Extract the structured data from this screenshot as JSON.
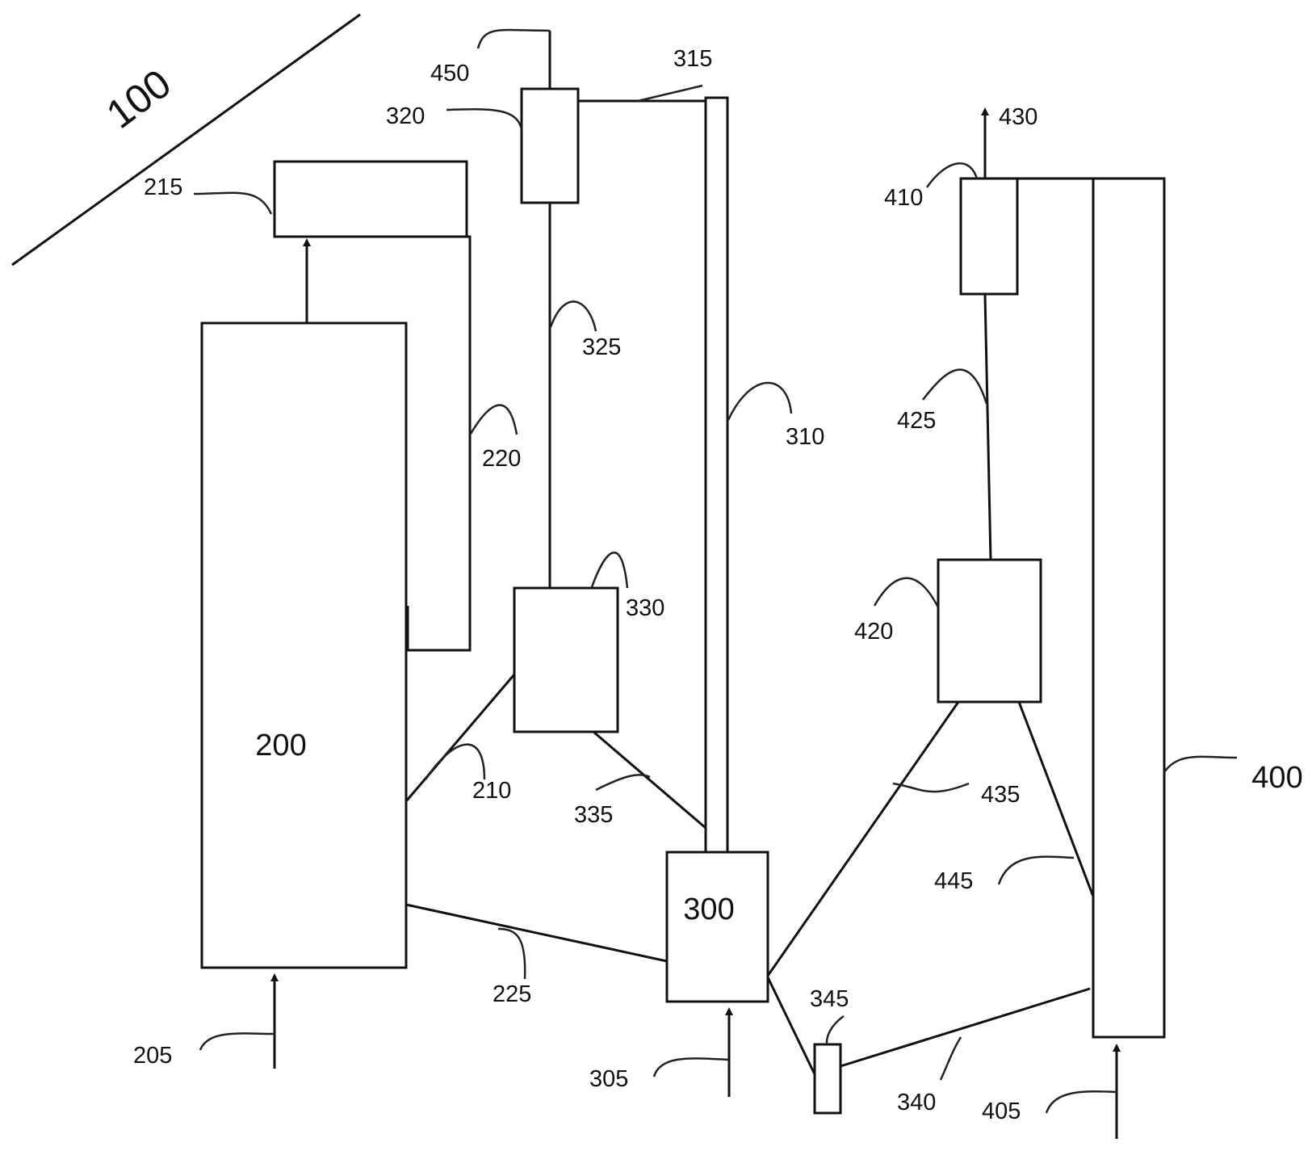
{
  "figure": {
    "figure_number": "100",
    "units": {
      "u200": "200",
      "u300": "300",
      "u400": "400"
    },
    "refs": {
      "r205": "205",
      "r210": "210",
      "r215": "215",
      "r220": "220",
      "r225": "225",
      "r305": "305",
      "r310": "310",
      "r315": "315",
      "r320": "320",
      "r325": "325",
      "r330": "330",
      "r335": "335",
      "r340": "340",
      "r345": "345",
      "r405": "405",
      "r410": "410",
      "r420": "420",
      "r425": "425",
      "r430": "430",
      "r435": "435",
      "r445": "445",
      "r450": "450"
    }
  }
}
